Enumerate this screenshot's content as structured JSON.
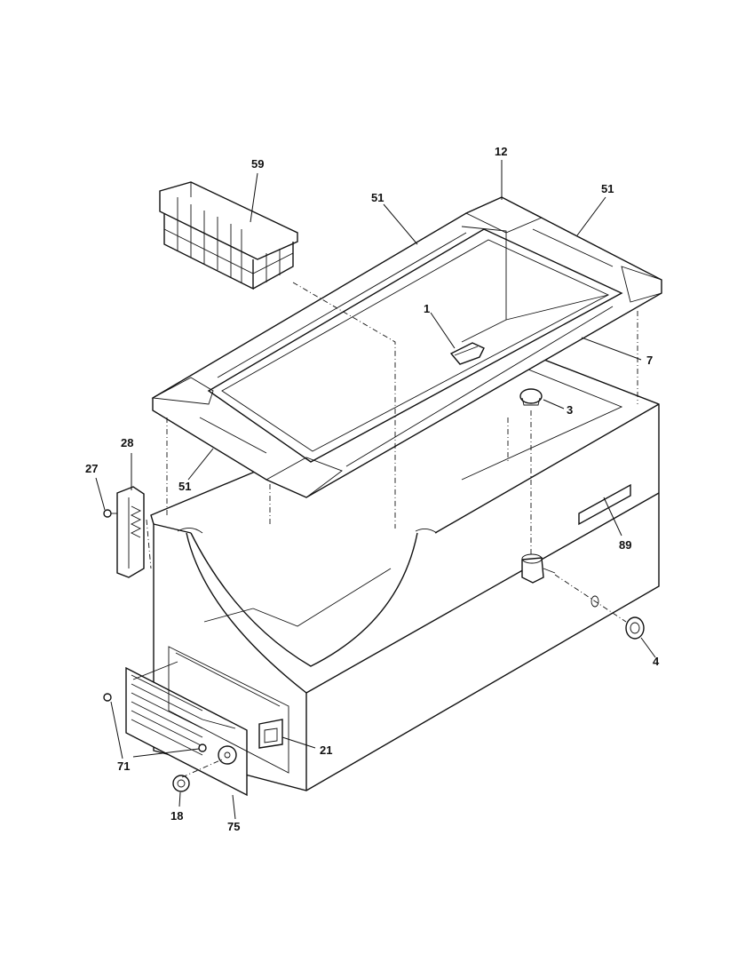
{
  "labels": {
    "l59": "59",
    "l51a": "51",
    "l12": "12",
    "l51b": "51",
    "l1": "1",
    "l7": "7",
    "l3": "3",
    "l28": "28",
    "l27": "27",
    "l51c": "51",
    "l89": "89",
    "l4": "4",
    "l21": "21",
    "l71": "71",
    "l18": "18",
    "l75": "75"
  }
}
